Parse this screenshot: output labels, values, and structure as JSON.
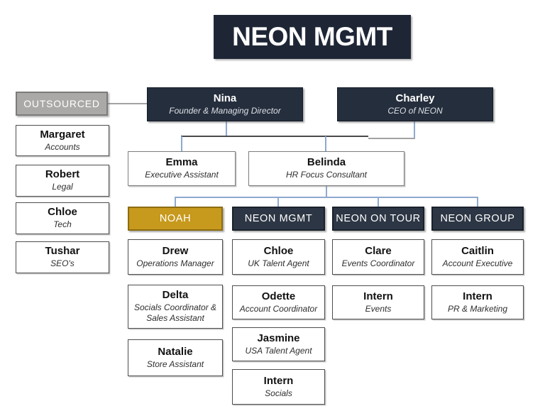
{
  "banner": {
    "title": "NEON MGMT"
  },
  "colors": {
    "banner_navy": "#1e2636",
    "box_navy": "#252e3d",
    "header_navy": "#2d3644",
    "gold": "#c7991c",
    "outsourced_gray": "#aba9a7",
    "connector_blue": "#8ea9cf",
    "connector_gray": "#a3a3a3",
    "connector_dark": "#4a4a4a"
  },
  "outsourced": {
    "label": "OUTSOURCED",
    "members": [
      {
        "name": "Margaret",
        "role": "Accounts"
      },
      {
        "name": "Robert",
        "role": "Legal"
      },
      {
        "name": "Chloe",
        "role": "Tech"
      },
      {
        "name": "Tushar",
        "role": "SEO's"
      }
    ]
  },
  "leadership": [
    {
      "name": "Nina",
      "role": "Founder & Managing Director"
    },
    {
      "name": "Charley",
      "role": "CEO of NEON"
    }
  ],
  "support": [
    {
      "name": "Emma",
      "role": "Executive Assistant"
    },
    {
      "name": "Belinda",
      "role": "HR Focus Consultant"
    }
  ],
  "departments": [
    {
      "label": "NOAH",
      "members": [
        {
          "name": "Drew",
          "role": "Operations Manager"
        },
        {
          "name": "Delta",
          "role": "Socials Coordinator & Sales Assistant"
        },
        {
          "name": "Natalie",
          "role": "Store Assistant"
        }
      ]
    },
    {
      "label": "NEON MGMT",
      "members": [
        {
          "name": "Chloe",
          "role": "UK Talent Agent"
        },
        {
          "name": "Odette",
          "role": "Account Coordinator"
        },
        {
          "name": "Jasmine",
          "role": "USA Talent Agent"
        },
        {
          "name": "Intern",
          "role": "Socials"
        }
      ]
    },
    {
      "label": "NEON ON TOUR",
      "members": [
        {
          "name": "Clare",
          "role": "Events Coordinator"
        },
        {
          "name": "Intern",
          "role": "Events"
        }
      ]
    },
    {
      "label": "NEON GROUP",
      "members": [
        {
          "name": "Caitlin",
          "role": "Account Executive"
        },
        {
          "name": "Intern",
          "role": "PR & Marketing"
        }
      ]
    }
  ]
}
